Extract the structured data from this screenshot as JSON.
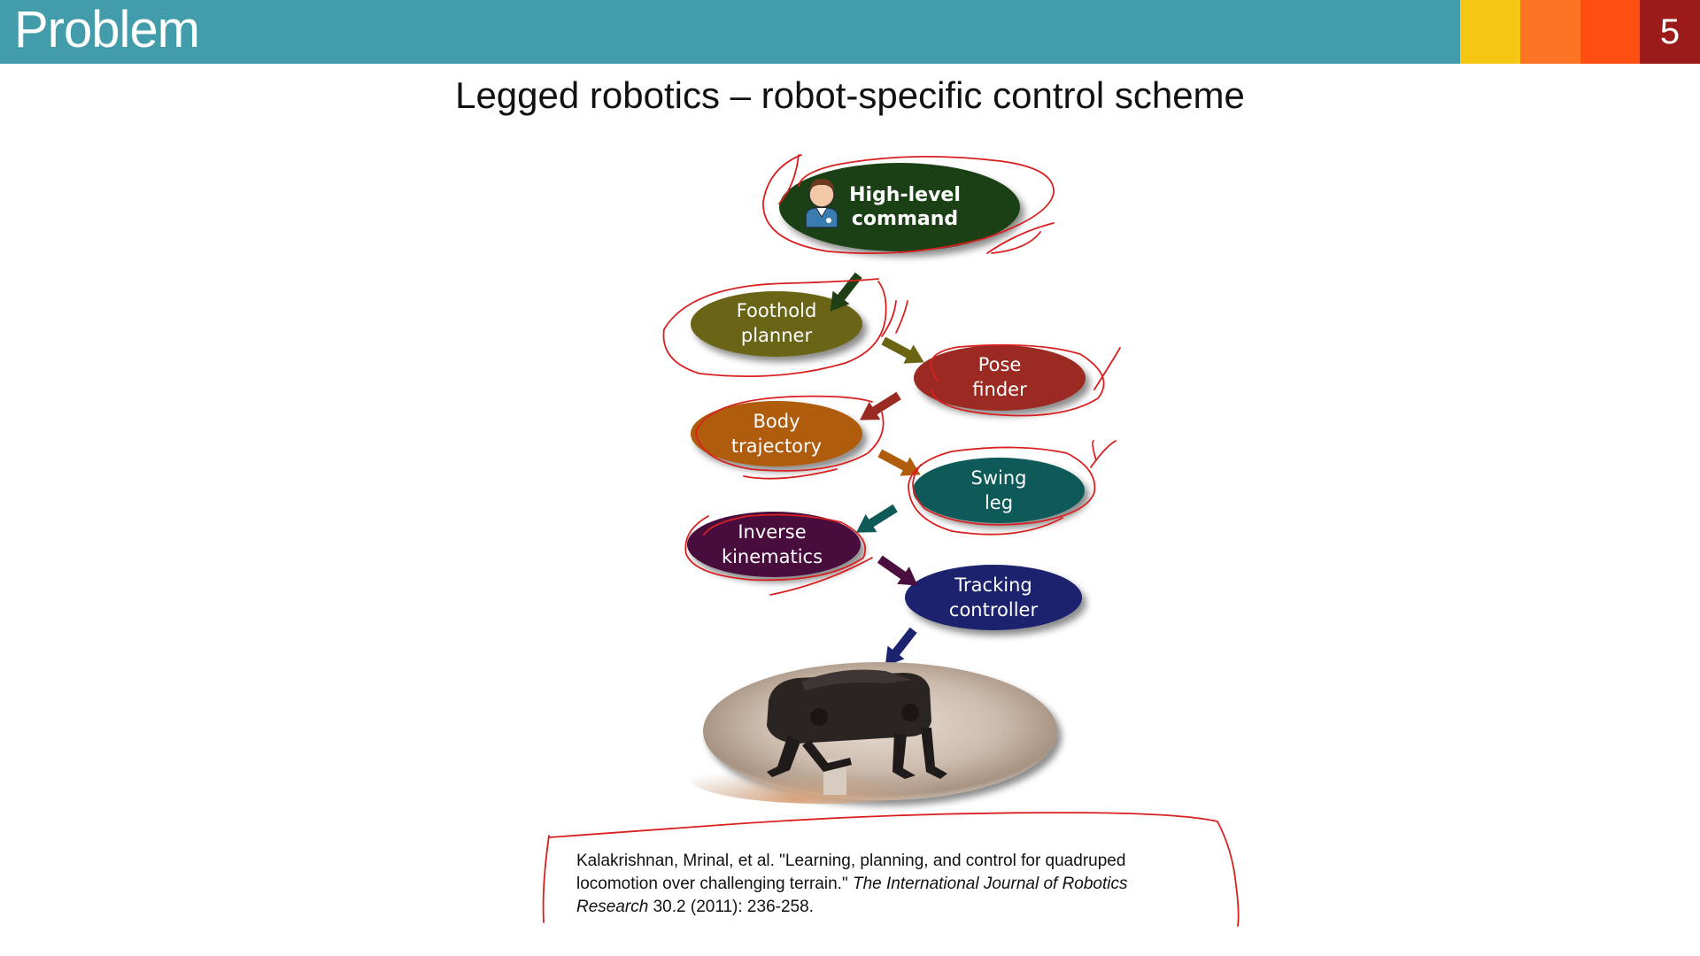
{
  "header": {
    "title": "Problem",
    "slide_number": "5"
  },
  "subtitle": "Legged robotics – robot-specific control scheme",
  "nodes": {
    "high_level": {
      "line1": "High-level",
      "line2": "command",
      "color": "#1f4014"
    },
    "foothold": {
      "line1": "Foothold",
      "line2": "planner",
      "color": "#6b6513"
    },
    "pose": {
      "line1": "Pose",
      "line2": "finder",
      "color": "#9a2b23"
    },
    "body": {
      "line1": "Body",
      "line2": "trajectory",
      "color": "#b05c0c"
    },
    "swing": {
      "line1": "Swing",
      "line2": "leg",
      "color": "#0f5a58"
    },
    "inverse": {
      "line1": "Inverse",
      "line2": "kinematics",
      "color": "#4a0f3e"
    },
    "tracking": {
      "line1": "Tracking",
      "line2": "controller",
      "color": "#1c236e"
    }
  },
  "citation": {
    "authors": "Kalakrishnan, Mrinal, et al. \"Learning, planning, and control for quadruped locomotion over challenging terrain.\" ",
    "journal_part1": "The International Journal of Robotics",
    "journal_part2": "Research",
    "details": " 30.2 (2011): 236-258."
  },
  "colors": {
    "header": "#429ca9",
    "annotation": "#d92020"
  }
}
